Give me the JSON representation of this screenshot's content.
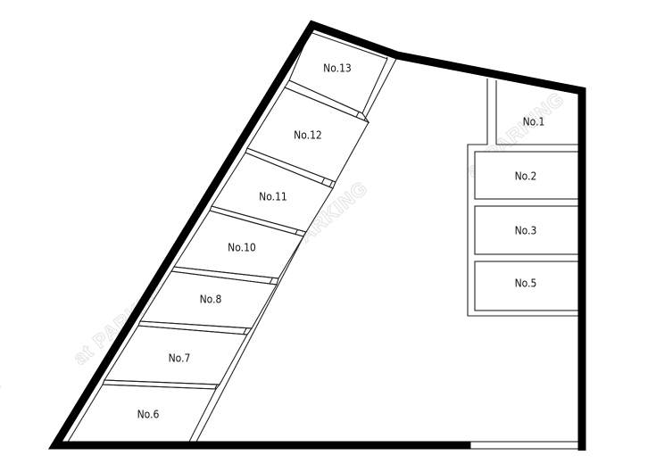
{
  "diagram": {
    "title": "Parking lot layout",
    "watermark": "at PARKING",
    "wall_color": "#000000",
    "stalls": {
      "no1": "No.1",
      "no2": "No.2",
      "no3": "No.3",
      "no5": "No.5",
      "no6": "No.6",
      "no7": "No.7",
      "no8": "No.8",
      "no10": "No.10",
      "no11": "No.11",
      "no12": "No.12",
      "no13": "No.13"
    }
  }
}
